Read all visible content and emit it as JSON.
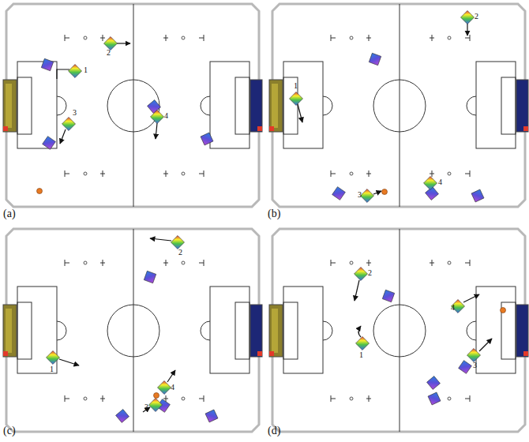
{
  "diagram": {
    "labels": [
      "1",
      "2",
      "3",
      "4",
      "(a)",
      "1",
      "2",
      "3",
      "4",
      "(b)",
      "1",
      "2",
      "3",
      "4",
      "(c)",
      "1",
      "2",
      "3",
      "4",
      "(d)"
    ]
  }
}
